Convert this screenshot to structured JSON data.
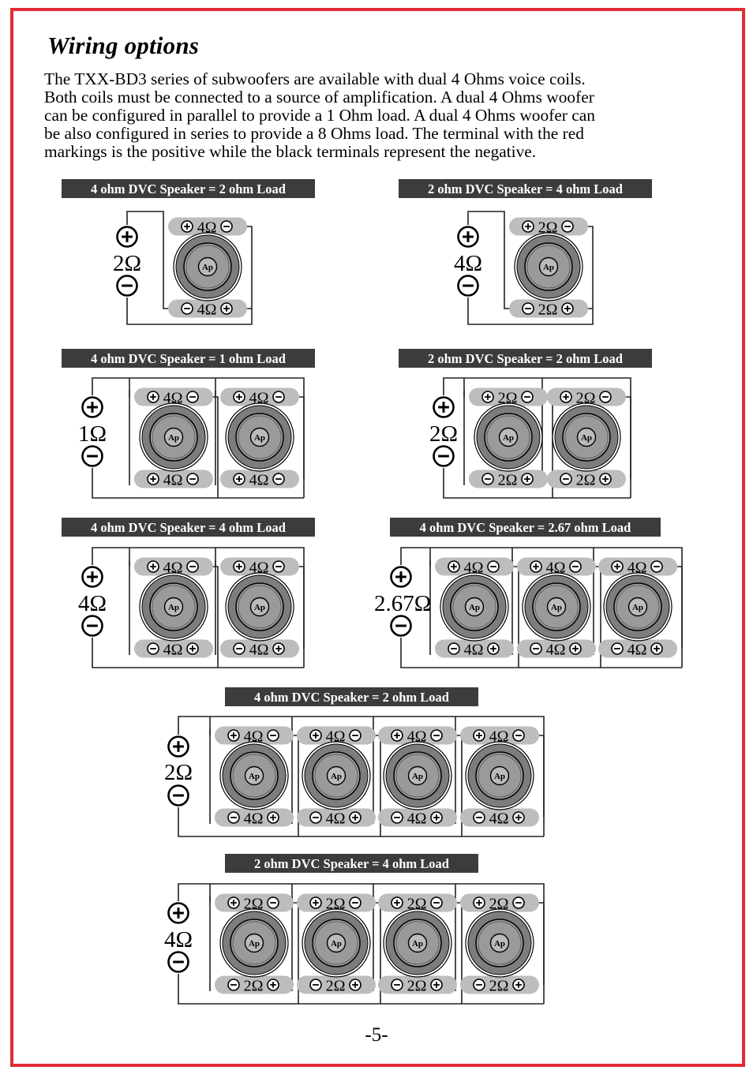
{
  "page": {
    "heading": "Wiring options",
    "intro_lines": [
      "The TXX-BD3 series of subwoofers are available with dual 4 Ohms voice coils.",
      "Both coils must be connected to a source of amplification. A dual 4 Ohms woofer",
      "can be configured in parallel to provide a 1 Ohm load. A dual 4 Ohms woofer can",
      "be also configured in series to provide a 8 Ohms load. The terminal with the red",
      "markings is the positive while the black terminals represent the negative."
    ],
    "page_number": "-5-"
  },
  "diagrams": [
    {
      "title": "4 ohm DVC Speaker = 2 ohm Load",
      "load": "2Ω",
      "coil": "4Ω",
      "speakers": 1,
      "bottom_polarity": "plus-right",
      "logo": "Ap"
    },
    {
      "title": "2 ohm DVC Speaker = 4 ohm Load",
      "load": "4Ω",
      "coil": "2Ω",
      "speakers": 1,
      "bottom_polarity": "minus-left",
      "logo": "Ap"
    },
    {
      "title": "4 ohm DVC Speaker = 1 ohm Load",
      "load": "1Ω",
      "coil": "4Ω",
      "speakers": 2,
      "bottom_polarity": "plus-left",
      "logo": "Ap"
    },
    {
      "title": "2 ohm DVC Speaker = 2 ohm Load",
      "load": "2Ω",
      "coil": "2Ω",
      "speakers": 2,
      "bottom_polarity": "minus-left",
      "logo": "Ap"
    },
    {
      "title": "4 ohm DVC Speaker = 4 ohm Load",
      "load": "4Ω",
      "coil": "4Ω",
      "speakers": 2,
      "bottom_polarity": "minus-left",
      "logo": "Ap"
    },
    {
      "title": "4 ohm DVC Speaker = 2.67 ohm Load",
      "load": "2.67Ω",
      "coil": "4Ω",
      "speakers": 3,
      "bottom_polarity": "minus-left",
      "logo": "Ap"
    },
    {
      "title": "4 ohm DVC Speaker = 2 ohm Load",
      "load": "2Ω",
      "coil": "4Ω",
      "speakers": 4,
      "bottom_polarity": "minus-left",
      "logo": "Ap"
    },
    {
      "title": "2 ohm DVC Speaker = 4 ohm Load",
      "load": "4Ω",
      "coil": "2Ω",
      "speakers": 4,
      "bottom_polarity": "minus-left",
      "logo": "Ap"
    }
  ],
  "colors": {
    "frame": "#e32b35",
    "title_bar": "#3c3c3c",
    "terminal_pill": "#bdbdbd",
    "cone_outer": "#7d7d7d",
    "cone_inner": "#9a9a9a",
    "wire": "#222222"
  }
}
